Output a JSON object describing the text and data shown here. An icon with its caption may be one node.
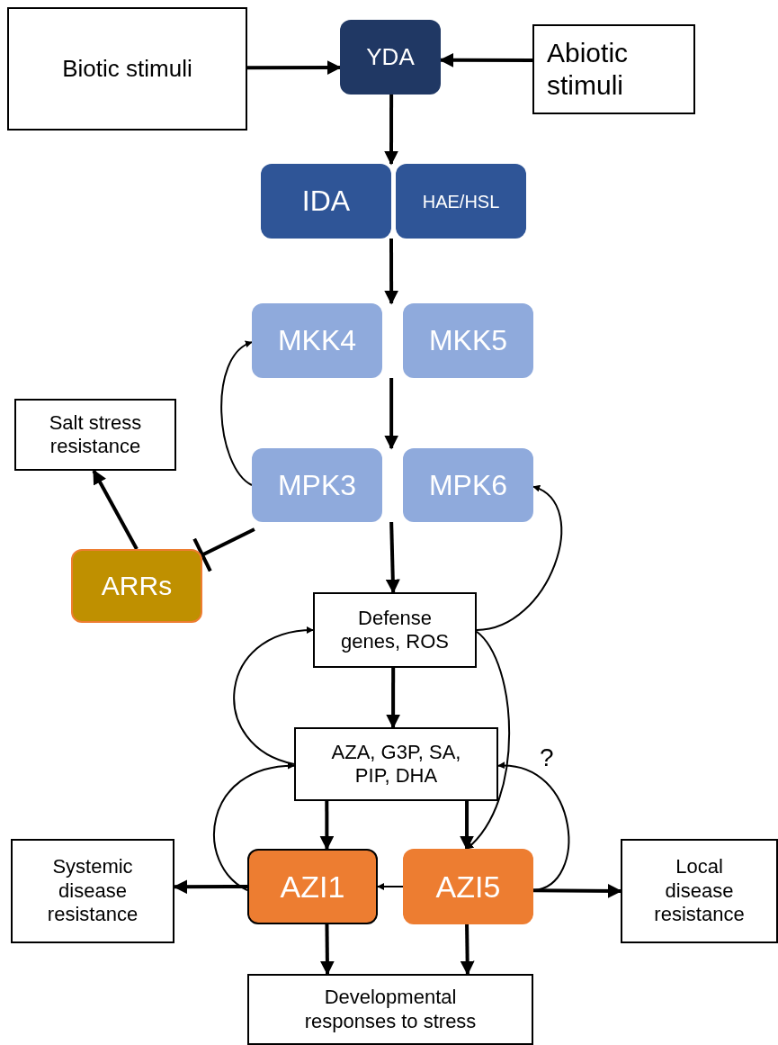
{
  "diagram": {
    "nodes": [
      {
        "text": [
          "Biotic stimuli"
        ]
      },
      {
        "text": [
          "YDA"
        ]
      },
      {
        "text": [
          "Abiotic stimuli"
        ]
      },
      {
        "text": [
          "IDA"
        ]
      },
      {
        "text": [
          "HAE/HSL"
        ]
      },
      {
        "text": [
          "MKK4"
        ]
      },
      {
        "text": [
          "MKK5"
        ]
      },
      {
        "text": [
          "Salt stress resistance"
        ]
      },
      {
        "text": [
          "MPK3"
        ]
      },
      {
        "text": [
          "MPK6"
        ]
      },
      {
        "text": [
          "ARRs"
        ]
      },
      {
        "text": [
          "Defense genes, ROS"
        ]
      },
      {
        "text": [
          "AZA, G3P, SA, PIP, DHA"
        ]
      },
      {
        "text": [
          "Systemic disease resistance"
        ]
      },
      {
        "text": [
          "AZI1"
        ]
      },
      {
        "text": [
          "AZI5"
        ]
      },
      {
        "text": [
          "Local disease resistance"
        ]
      },
      {
        "text": [
          "Developmental responses to stress"
        ]
      }
    ],
    "edges": [
      {
        "from": 0,
        "to": 1,
        "arrow": "to"
      },
      {
        "from": 2,
        "to": 1,
        "arrow": "to"
      },
      {
        "from": 1,
        "to": 3,
        "arrow": "to"
      },
      {
        "from": 3,
        "to": 5,
        "arrow": "to"
      },
      {
        "from": 5,
        "to": 8,
        "arrow": "to"
      },
      {
        "from": 8,
        "to": 5,
        "arrow": "to"
      },
      {
        "from": 8,
        "to": 10,
        "arrow": "other"
      },
      {
        "from": 10,
        "to": 7,
        "arrow": "to"
      },
      {
        "from": 8,
        "to": 11,
        "arrow": "to"
      },
      {
        "from": 11,
        "to": 9,
        "arrow": "to"
      },
      {
        "from": 11,
        "to": 12,
        "arrow": "to"
      },
      {
        "from": 12,
        "to": 11,
        "arrow": "to"
      },
      {
        "from": 14,
        "to": 12,
        "arrow": "to"
      },
      {
        "from": 11,
        "to": 15,
        "arrow": "to"
      },
      {
        "from": 15,
        "to": 12,
        "arrow": "to",
        "label": "?"
      },
      {
        "from": 12,
        "to": 14,
        "arrow": "to"
      },
      {
        "from": 12,
        "to": 15,
        "arrow": "to"
      },
      {
        "from": 15,
        "to": 14,
        "arrow": "to"
      },
      {
        "from": 14,
        "to": 13,
        "arrow": "to"
      },
      {
        "from": 15,
        "to": 16,
        "arrow": "to"
      },
      {
        "from": 14,
        "to": 17,
        "arrow": "to"
      },
      {
        "from": 15,
        "to": 17,
        "arrow": "to"
      }
    ]
  }
}
